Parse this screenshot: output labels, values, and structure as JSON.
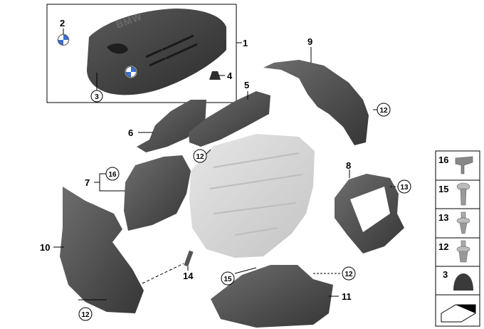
{
  "callouts": {
    "c1": "1",
    "c2": "2",
    "c3a": "3",
    "c4": "4",
    "c5": "5",
    "c6": "6",
    "c7": "7",
    "c8": "8",
    "c9": "9",
    "c10": "10",
    "c11": "11",
    "c12a": "12",
    "c12b": "12",
    "c12c": "12",
    "c12d": "12",
    "c13": "13",
    "c14": "14",
    "c15": "15",
    "c16": "16"
  },
  "cover_brand": "BMW",
  "legend": [
    {
      "number": "16",
      "icon": "clip-icon"
    },
    {
      "number": "15",
      "icon": "expanding-rivet-icon"
    },
    {
      "number": "13",
      "icon": "push-rivet-icon"
    },
    {
      "number": "12",
      "icon": "spreader-rivet-icon"
    },
    {
      "number": "3",
      "icon": "rubber-grommet-icon"
    },
    {
      "number": "",
      "icon": "wedge-symbol-icon"
    }
  ],
  "colors": {
    "part_dark": "#3c3c3c",
    "part_mid": "#585858",
    "engine_ghost": "#d7d7d7",
    "line": "#000000"
  }
}
